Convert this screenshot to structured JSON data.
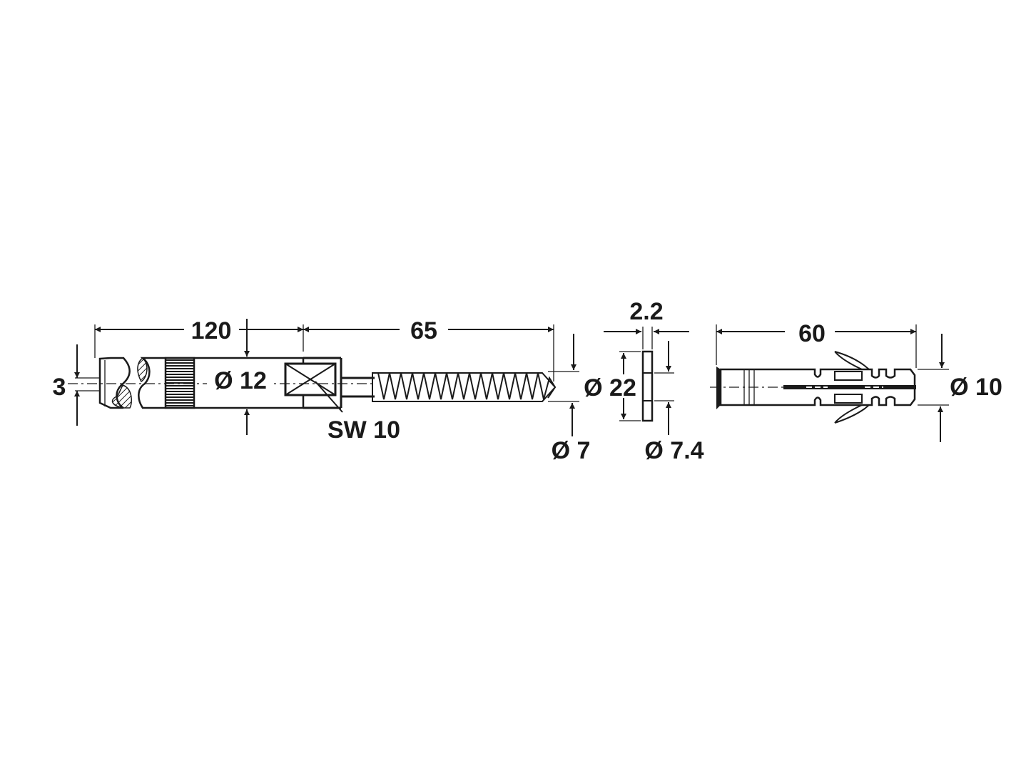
{
  "drawing": {
    "title": "Bolt, washer and wall plug dimensional drawing",
    "components": [
      {
        "name": "connector-bolt",
        "dimensions": {
          "overall_length": "120",
          "thread_length": "65",
          "shank_diameter": "Ø 12",
          "head_groove": "3",
          "wrench_size": "SW 10",
          "thread_diameter": "Ø 7"
        }
      },
      {
        "name": "washer",
        "dimensions": {
          "thickness": "2.2",
          "outer_diameter": "Ø 22",
          "inner_diameter": "Ø 7.4"
        }
      },
      {
        "name": "wall-plug",
        "dimensions": {
          "length": "60",
          "diameter": "Ø 10"
        }
      }
    ]
  },
  "labels": {
    "bolt_length": "120",
    "thread_length": "65",
    "shank_dia": "Ø 12",
    "groove": "3",
    "wrench": "SW 10",
    "thread_dia": "Ø 7",
    "washer_thk": "2.2",
    "washer_od": "Ø 22",
    "washer_id": "Ø 7.4",
    "plug_length": "60",
    "plug_dia": "Ø 10"
  },
  "colors": {
    "ink": "#1a1a1a",
    "background": "#ffffff"
  }
}
